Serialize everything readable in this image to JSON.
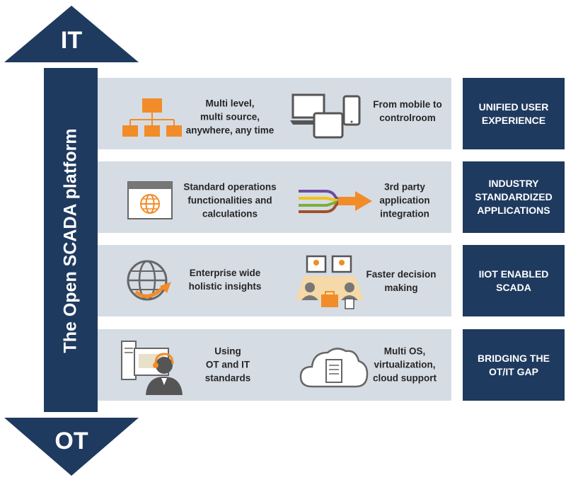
{
  "axis": {
    "top_label": "IT",
    "bottom_label": "OT",
    "platform_title": "The Open SCADA platform"
  },
  "rows": [
    {
      "category": "UNIFIED USER\nEXPERIENCE",
      "left_text": "Multi level,\nmulti source,\nanywhere, any time",
      "left_icon": "org-chart-icon",
      "right_text": "From mobile to\ncontrolroom",
      "right_icon": "devices-icon"
    },
    {
      "category": "INDUSTRY\nSTANDARDIZED\nAPPLICATIONS",
      "left_text": "Standard operations\nfunctionalities and\ncalculations",
      "left_icon": "web-window-icon",
      "right_text": "3rd party\napplication\nintegration",
      "right_icon": "integration-arrow-icon"
    },
    {
      "category": "IIOT ENABLED\nSCADA",
      "left_text": "Enterprise wide\nholistic insights",
      "left_icon": "globe-icon",
      "right_text": "Faster decision\nmaking",
      "right_icon": "meeting-icon"
    },
    {
      "category": "BRIDGING THE\nOT/IT GAP",
      "left_text": "Using\nOT and IT\nstandards",
      "left_icon": "operator-icon",
      "right_text": "Multi OS,\nvirtualization,\ncloud support",
      "right_icon": "cloud-server-icon"
    }
  ],
  "colors": {
    "navy": "#1f3a5f",
    "row_bg": "#d6dce4",
    "orange": "#f28c28",
    "text": "#262626"
  }
}
